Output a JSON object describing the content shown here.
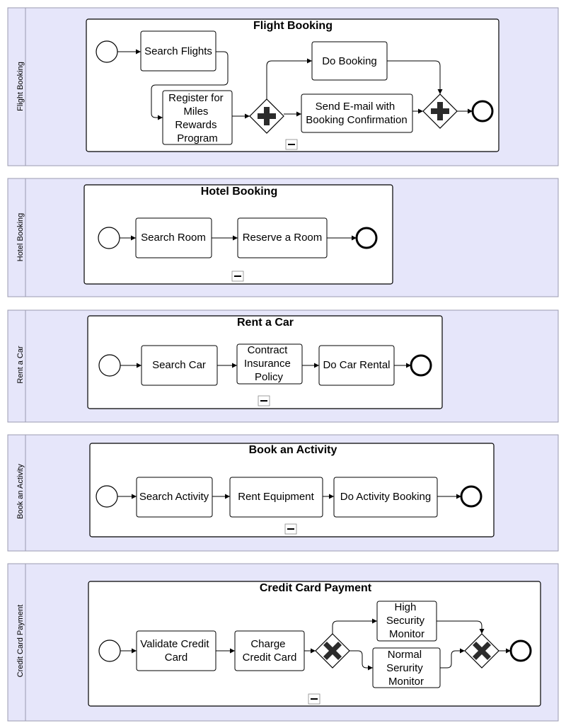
{
  "lanes": [
    {
      "label": "Flight Booking",
      "subprocess_title": "Flight Booking",
      "tasks": [
        {
          "id": "search-flights",
          "lines": [
            "Search Flights"
          ]
        },
        {
          "id": "register-miles",
          "lines": [
            "Register for",
            "Miles",
            "Rewards",
            "Program"
          ]
        },
        {
          "id": "do-booking",
          "lines": [
            "Do Booking"
          ]
        },
        {
          "id": "send-email",
          "lines": [
            "Send E-mail with",
            "Booking Confirmation"
          ]
        }
      ],
      "gateways": [
        "parallel",
        "parallel"
      ]
    },
    {
      "label": "Hotel Booking",
      "subprocess_title": "Hotel Booking",
      "tasks": [
        {
          "id": "search-room",
          "lines": [
            "Search Room"
          ]
        },
        {
          "id": "reserve-room",
          "lines": [
            "Reserve a Room"
          ]
        }
      ],
      "gateways": []
    },
    {
      "label": "Rent a Car",
      "subprocess_title": "Rent a Car",
      "tasks": [
        {
          "id": "search-car",
          "lines": [
            "Search Car"
          ]
        },
        {
          "id": "contract-insurance",
          "lines": [
            "Contract",
            "Insurance",
            "Policy"
          ]
        },
        {
          "id": "do-car-rental",
          "lines": [
            "Do Car Rental"
          ]
        }
      ],
      "gateways": []
    },
    {
      "label": "Book an Activity",
      "subprocess_title": "Book an Activity",
      "tasks": [
        {
          "id": "search-activity",
          "lines": [
            "Search Activity"
          ]
        },
        {
          "id": "rent-equipment",
          "lines": [
            "Rent Equipment"
          ]
        },
        {
          "id": "do-activity-booking",
          "lines": [
            "Do Activity Booking"
          ]
        }
      ],
      "gateways": []
    },
    {
      "label": "Credit Card Payment",
      "subprocess_title": "Credit Card Payment",
      "tasks": [
        {
          "id": "validate-credit-card",
          "lines": [
            "Validate Credit",
            "Card"
          ]
        },
        {
          "id": "charge-credit-card",
          "lines": [
            "Charge",
            "Credit Card"
          ]
        },
        {
          "id": "high-security-monitor",
          "lines": [
            "High",
            "Security",
            "Monitor"
          ]
        },
        {
          "id": "normal-security-monitor",
          "lines": [
            "Normal",
            "Serurity",
            "Monitor"
          ]
        }
      ],
      "gateways": [
        "exclusive",
        "exclusive"
      ]
    }
  ]
}
